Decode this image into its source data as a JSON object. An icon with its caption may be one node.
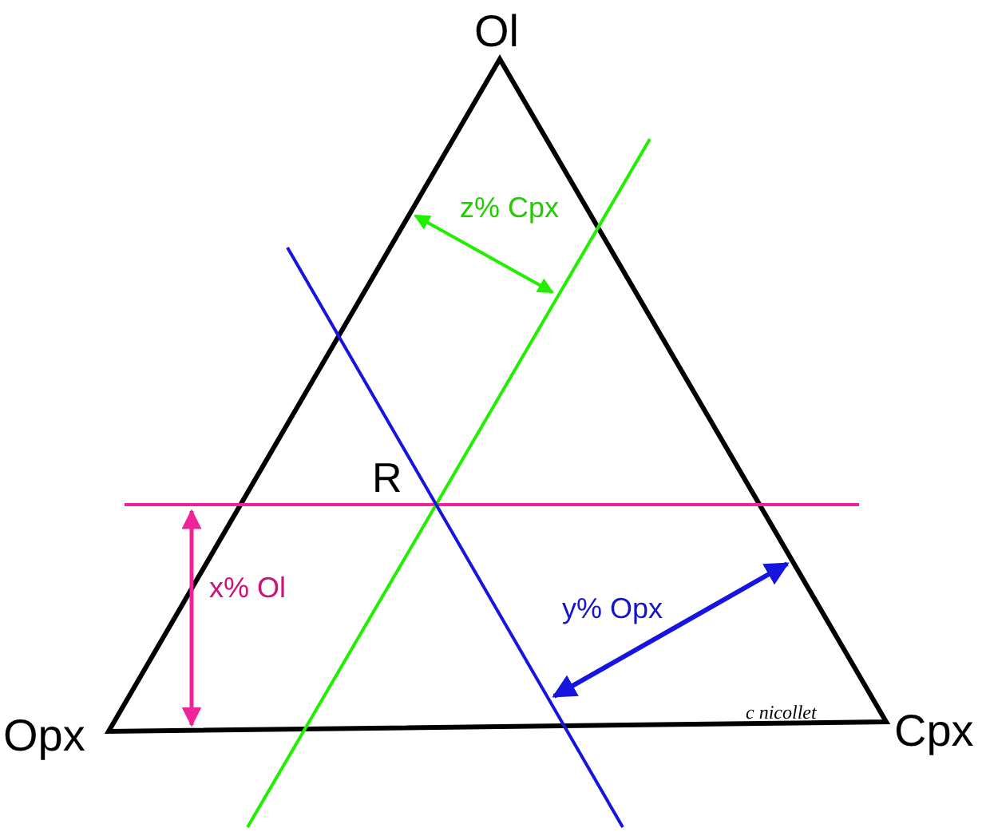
{
  "diagram": {
    "labels": [
      "Ol",
      "z% Cpx",
      "R",
      "x% Ol",
      "y% Opx",
      "Opx",
      "Cpx",
      "c nicollet"
    ]
  }
}
